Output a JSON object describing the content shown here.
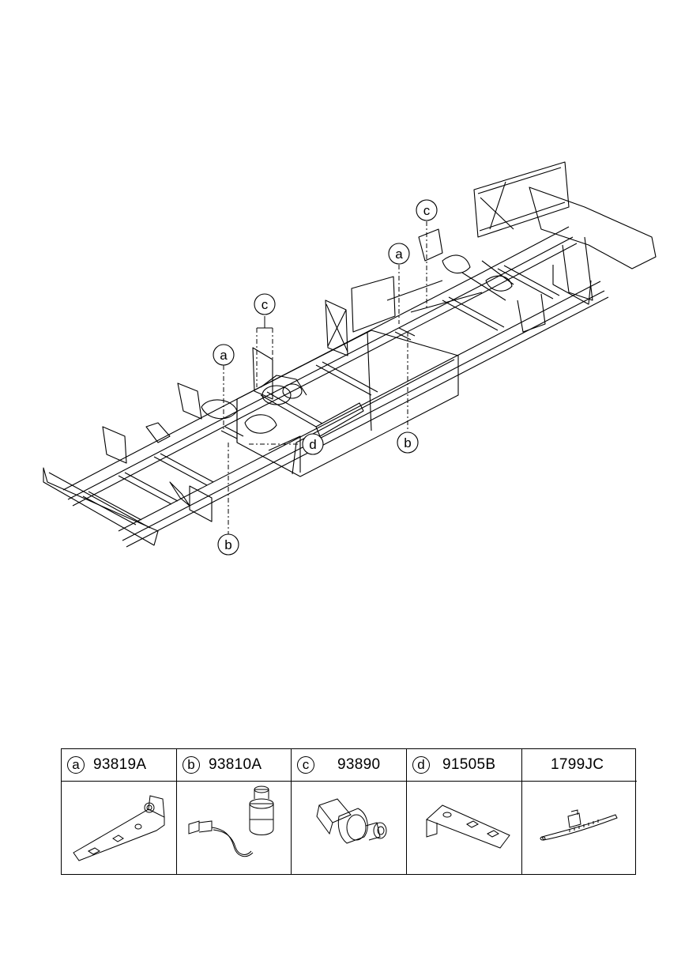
{
  "diagram": {
    "callouts": [
      {
        "letter": "a"
      },
      {
        "letter": "b"
      },
      {
        "letter": "c"
      },
      {
        "letter": "a"
      },
      {
        "letter": "b"
      },
      {
        "letter": "c"
      },
      {
        "letter": "d"
      }
    ]
  },
  "parts_table": {
    "columns": [
      {
        "badge": "a",
        "part_number": "93819A",
        "icon": "bracket-icon"
      },
      {
        "badge": "b",
        "part_number": "93810A",
        "icon": "pressure-switch-harness-icon"
      },
      {
        "badge": "c",
        "part_number": "93890",
        "icon": "pressure-sensor-icon"
      },
      {
        "badge": "d",
        "part_number": "91505B",
        "icon": "angle-bracket-icon"
      },
      {
        "badge": "",
        "part_number": "1799JC",
        "icon": "cable-tie-icon"
      }
    ]
  }
}
